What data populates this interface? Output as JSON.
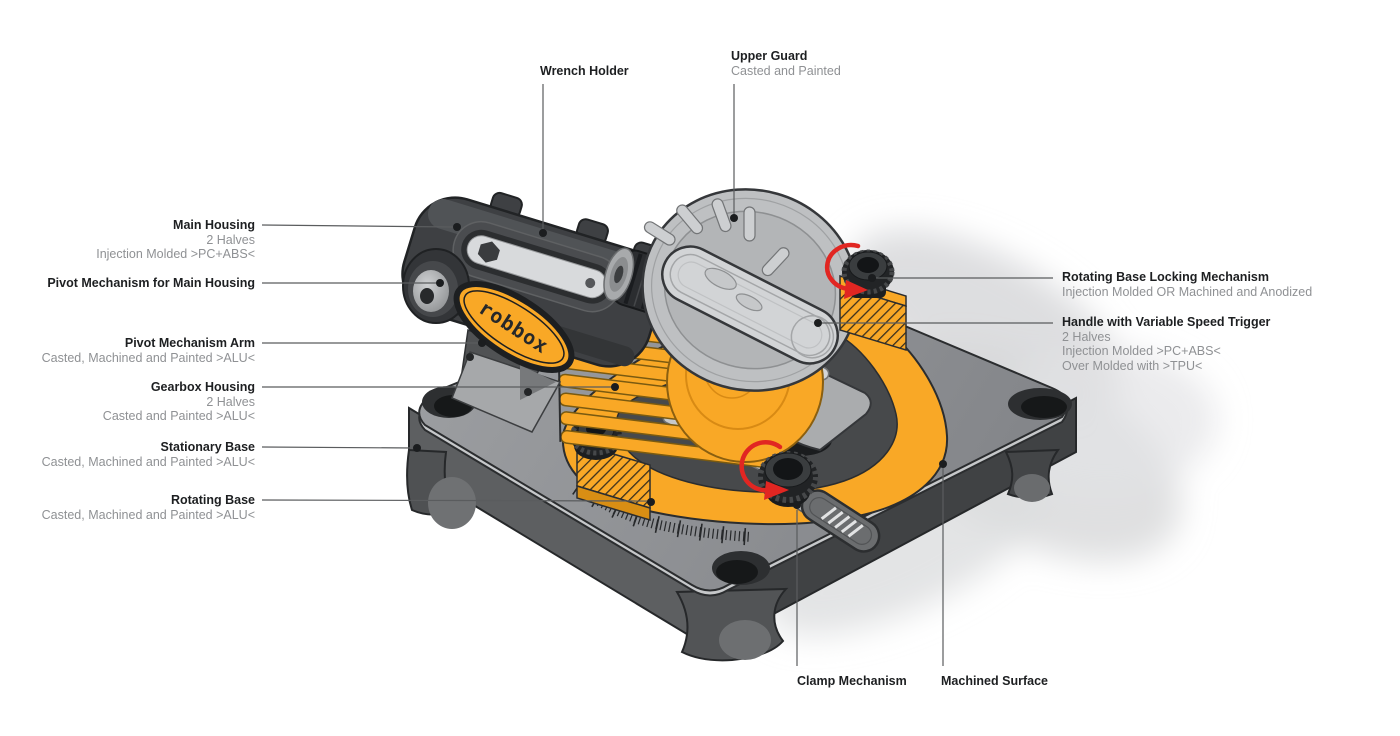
{
  "diagram": {
    "brand": "robbox",
    "colors": {
      "accent_orange": "#F9A826",
      "arrow_red": "#E12622",
      "housing_dark": "#3E4043",
      "guard_gray": "#BEC0C2",
      "base_gray": "#97999B",
      "title_text": "#1D1F21",
      "detail_text": "#8F9194"
    },
    "callouts": {
      "left": [
        {
          "title": "Main Housing",
          "details": [
            "2 Halves",
            "Injection Molded >PC+ABS<"
          ]
        },
        {
          "title": "Pivot Mechanism for Main Housing",
          "details": []
        },
        {
          "title": "Pivot Mechanism Arm",
          "details": [
            "Casted, Machined and Painted >ALU<"
          ]
        },
        {
          "title": "Gearbox Housing",
          "details": [
            "2 Halves",
            "Casted and Painted >ALU<"
          ]
        },
        {
          "title": "Stationary Base",
          "details": [
            "Casted, Machined and Painted >ALU<"
          ]
        },
        {
          "title": "Rotating Base",
          "details": [
            "Casted, Machined and Painted >ALU<"
          ]
        }
      ],
      "right": [
        {
          "title": "Rotating Base Locking Mechanism",
          "details": [
            "Injection Molded OR Machined and Anodized"
          ]
        },
        {
          "title": "Handle with Variable Speed Trigger",
          "details": [
            "2 Halves",
            "Injection Molded >PC+ABS<",
            "Over Molded with >TPU<"
          ]
        }
      ],
      "top": [
        {
          "title": "Wrench Holder",
          "details": []
        },
        {
          "title": "Upper Guard",
          "details": [
            "Casted and Painted"
          ]
        }
      ],
      "bottom": [
        {
          "title": "Clamp Mechanism",
          "details": []
        },
        {
          "title": "Machined Surface",
          "details": []
        }
      ]
    }
  }
}
